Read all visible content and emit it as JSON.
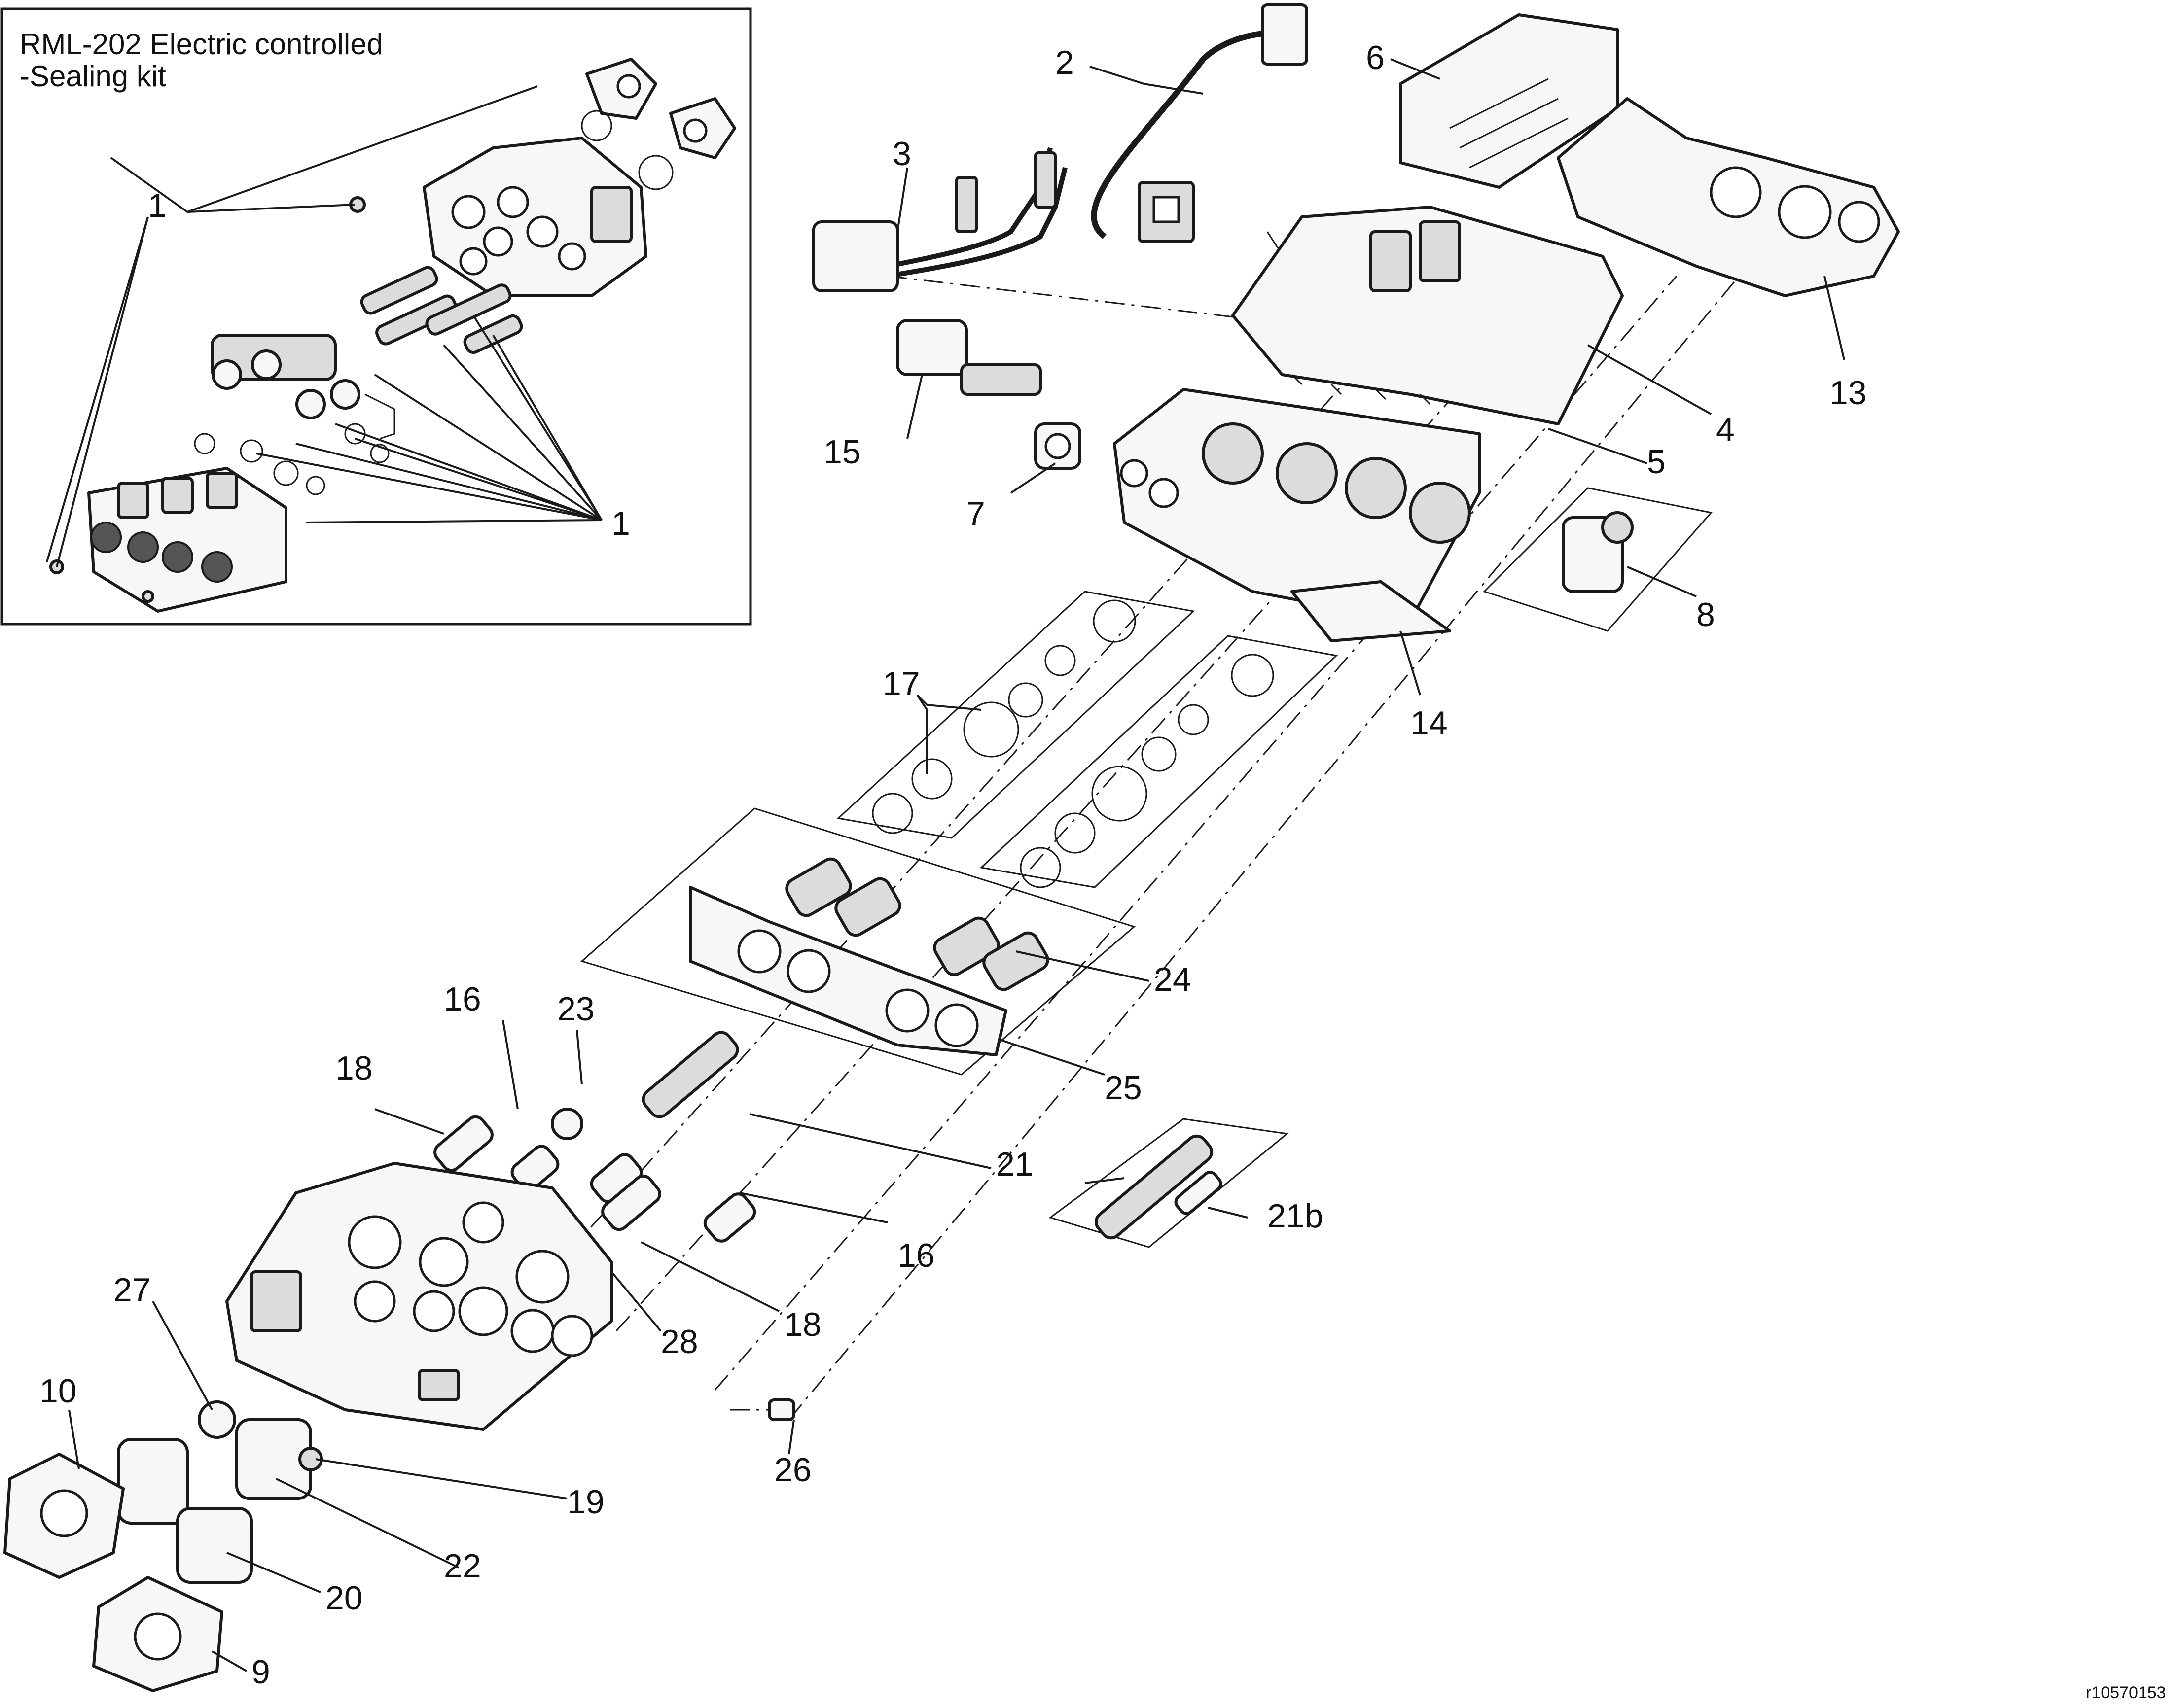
{
  "kit_box": {
    "title_line1": "RML-202 Electric controlled",
    "title_line2": "-Sealing kit",
    "label_upper": "1",
    "label_lower": "1"
  },
  "callouts": {
    "c2": "2",
    "c3": "3",
    "c4": "4",
    "c5": "5",
    "c6": "6",
    "c7": "7",
    "c8": "8",
    "c9": "9",
    "c10": "10",
    "c13": "13",
    "c14": "14",
    "c15": "15",
    "c16a": "16",
    "c16b": "16",
    "c17": "17",
    "c18a": "18",
    "c18b": "18",
    "c19": "19",
    "c20": "20",
    "c21": "21",
    "c21b": "21b",
    "c22": "22",
    "c23": "23",
    "c24": "24",
    "c25": "25",
    "c26": "26",
    "c27": "27",
    "c28": "28"
  },
  "reference_code": "r10570153"
}
